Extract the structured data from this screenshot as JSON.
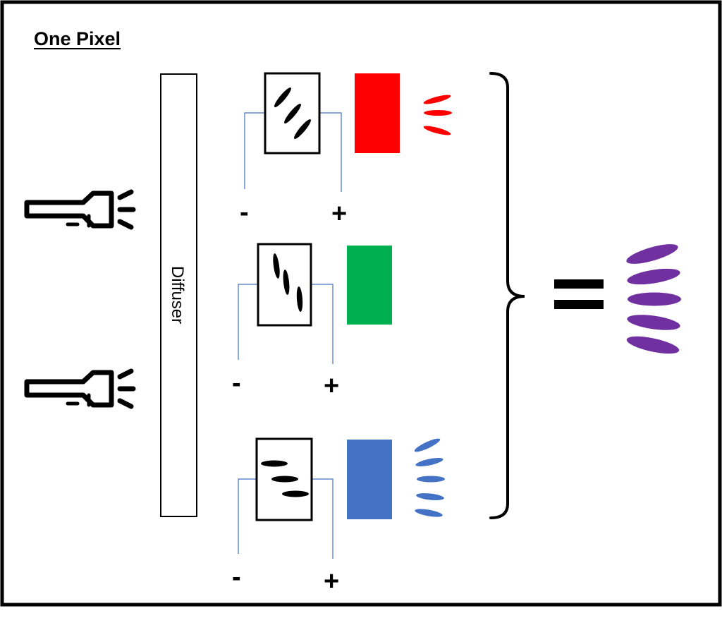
{
  "title": "One Pixel",
  "diffuser_label": "Diffuser",
  "cells": [
    {
      "minus": "-",
      "plus": "+",
      "filter_color": "#ff0000",
      "orientation": "diagonal"
    },
    {
      "minus": "-",
      "plus": "+",
      "filter_color": "#00b050",
      "orientation": "near-vertical"
    },
    {
      "minus": "-",
      "plus": "+",
      "filter_color": "#4472c4",
      "orientation": "horizontal"
    }
  ],
  "colors": {
    "red_light": "#ff0000",
    "green_filter": "#00b050",
    "blue_light": "#4472c4",
    "result_light": "#7030a0",
    "wire": "#4472c4",
    "stroke": "#000000"
  },
  "icons": [
    "flashlight-icon",
    "flashlight-icon",
    "curly-brace-icon",
    "equals-sign-icon"
  ]
}
